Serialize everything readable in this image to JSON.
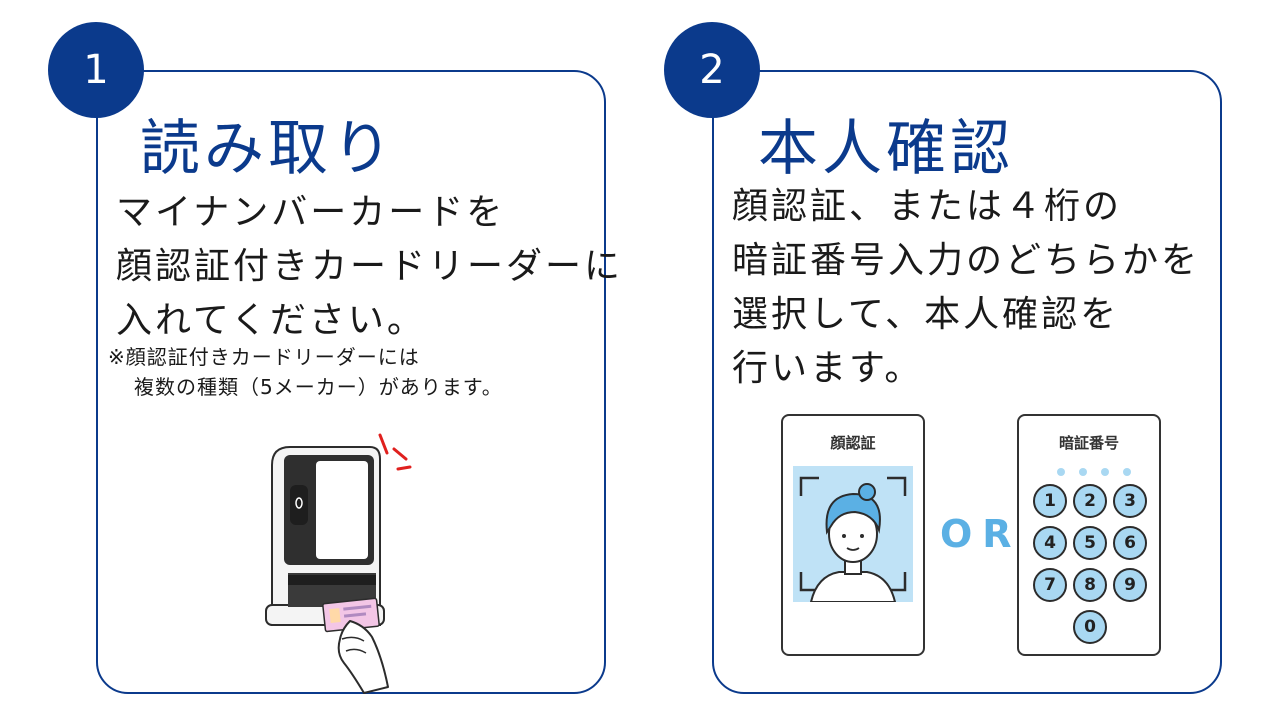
{
  "step1": {
    "number": "1",
    "title": "読み取り",
    "lines": [
      "マイナンバーカードを",
      "顔認証付きカードリーダーに",
      "入れてください。"
    ],
    "note_line1": "※顔認証付きカードリーダーには",
    "note_line2": "複数の種類（5メーカー）があります。"
  },
  "step2": {
    "number": "2",
    "title": "本人確認",
    "lines": [
      "顔認証、または４桁の",
      "暗証番号入力のどちらかを",
      "選択して、本人確認を",
      "行います。"
    ],
    "face_label": "顔認証",
    "pin_label": "暗証番号",
    "or_label": "OR",
    "keys": [
      "1",
      "2",
      "3",
      "4",
      "5",
      "6",
      "7",
      "8",
      "9",
      "0"
    ]
  },
  "colors": {
    "primary": "#0b3a8c",
    "accent": "#5bb0e4",
    "key_fill": "#a9d8f2"
  }
}
